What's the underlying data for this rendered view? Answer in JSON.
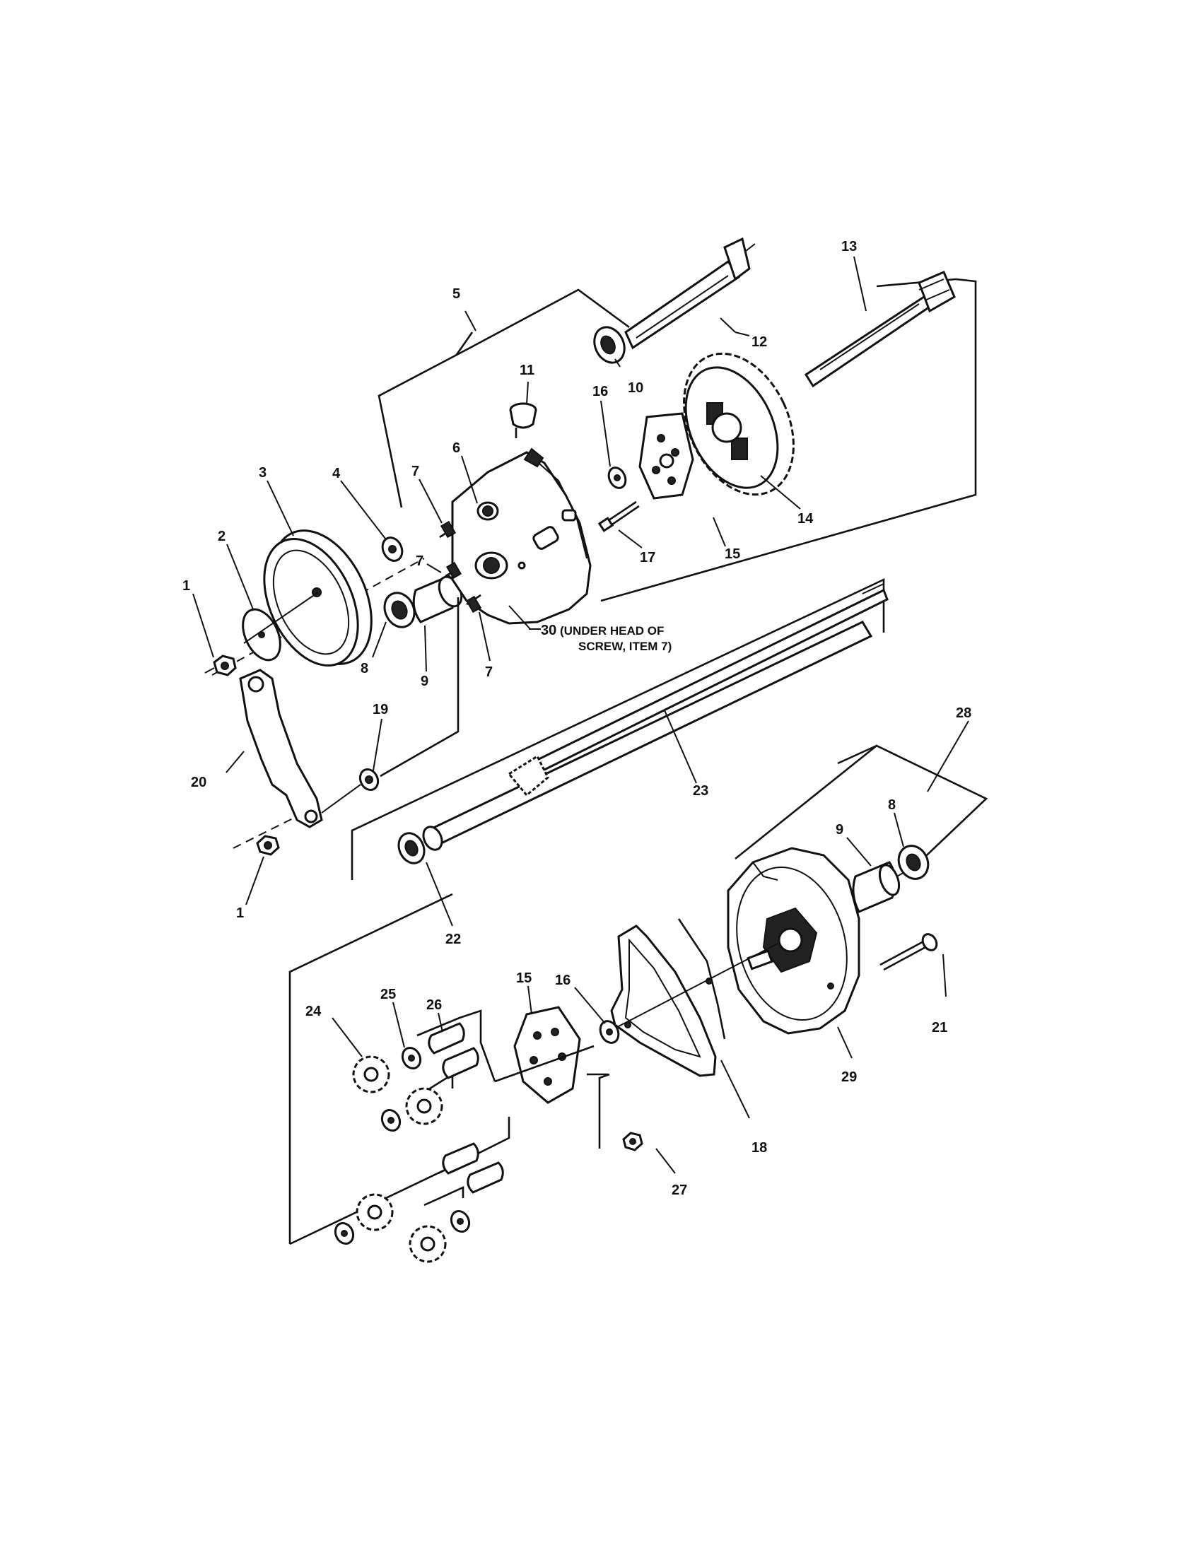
{
  "callouts": {
    "c1a": "1",
    "c1b": "1",
    "c2": "2",
    "c3": "3",
    "c4": "4",
    "c5": "5",
    "c6": "6",
    "c7a": "7",
    "c7b": "7",
    "c7c": "7",
    "c8a": "8",
    "c8b": "8",
    "c9a": "9",
    "c9b": "9",
    "c10": "10",
    "c11": "11",
    "c12": "12",
    "c13": "13",
    "c14": "14",
    "c15a": "15",
    "c15b": "15",
    "c16a": "16",
    "c16b": "16",
    "c17": "17",
    "c18": "18",
    "c19": "19",
    "c20": "20",
    "c21": "21",
    "c22": "22",
    "c23": "23",
    "c24": "24",
    "c25": "25",
    "c26": "26",
    "c27": "27",
    "c28": "28",
    "c29": "29",
    "c30": "30"
  },
  "note": {
    "line1": "(UNDER HEAD OF",
    "line2": "SCREW, ITEM 7)"
  }
}
